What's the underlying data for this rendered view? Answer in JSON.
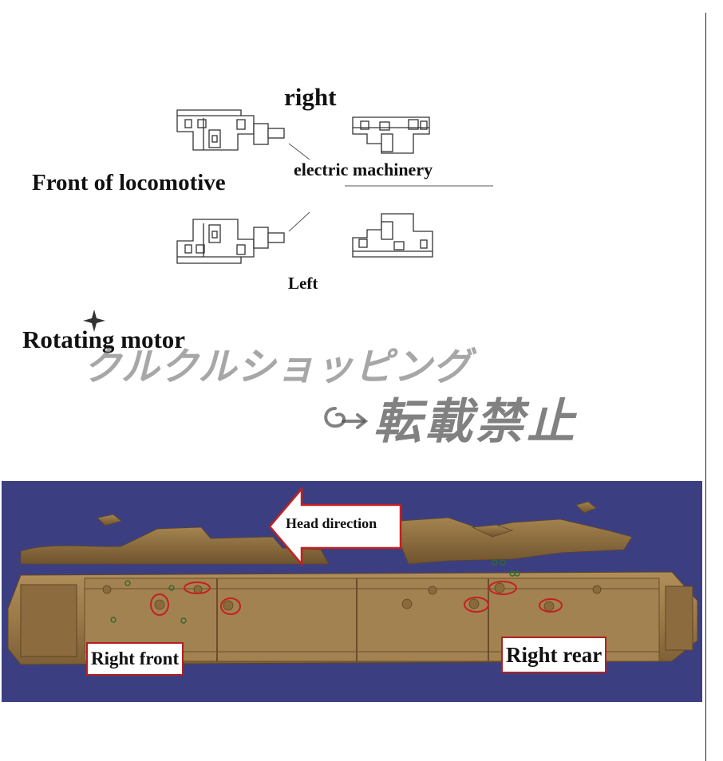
{
  "labels": {
    "right": "right",
    "front_of_locomotive": "Front of locomotive",
    "electric_machinery": "electric machinery",
    "left": "Left",
    "rotating_motor": "Rotating motor",
    "head_direction": "Head direction",
    "right_front": "Right front",
    "right_rear": "Right rear"
  },
  "watermark": {
    "shop_name": "クルクルショッピング",
    "reprint_prohibited": "転載禁止"
  },
  "colors": {
    "background": "#ffffff",
    "photo_background": "#3b3f82",
    "frame_bronze": "#9c7a48",
    "highlight_red": "#c42020",
    "marker_green": "#2d6b2d"
  }
}
